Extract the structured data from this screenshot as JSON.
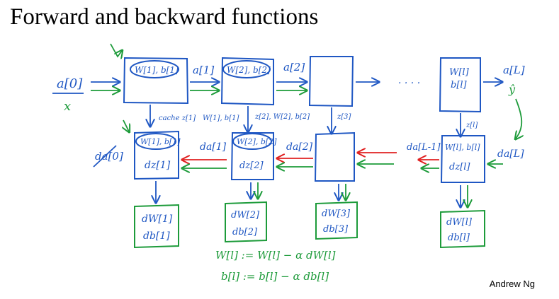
{
  "slide": {
    "title": "Forward and backward functions",
    "credit": "Andrew Ng"
  },
  "forward": {
    "input": "a[0]",
    "input_alt": "x",
    "layer1_params": "W[1], b[1]",
    "layer2_params": "W[2], b[2]",
    "layerL_params_w": "W[l]",
    "layerL_params_b": "b[l]",
    "out1": "a[1]",
    "out2": "a[2]",
    "outL": "a[L]",
    "outL_alt": "ŷ",
    "ellipsis": "· · · ·",
    "cache1_label": "cache z[1]",
    "cache1_extra": "W[1], b[1]",
    "cache2": "z[2], W[2], b[2]",
    "cache3": "z[3]",
    "cacheL": "z[l]"
  },
  "backward": {
    "da0": "da[0]",
    "da1": "da[1]",
    "da2": "da[2]",
    "daL_minus1": "da[L-1]",
    "daL": "da[L]",
    "box1_params": "W[1], b[1]",
    "box1_dz": "dz[1]",
    "box2_params": "W[2], b[2]",
    "box2_dz": "dz[2]",
    "boxL_params": "W[l], b[l]",
    "boxL_dz": "dz[l]"
  },
  "gradients": {
    "g1_dw": "dW[1]",
    "g1_db": "db[1]",
    "g2_dw": "dW[2]",
    "g2_db": "db[2]",
    "g3_dw": "dW[3]",
    "g3_db": "db[3]",
    "gL_dw": "dW[l]",
    "gL_db": "db[l]"
  },
  "update": {
    "w_rule": "W[l] := W[l] − α dW[l]",
    "b_rule": "b[l] := b[l] − α db[l]"
  }
}
